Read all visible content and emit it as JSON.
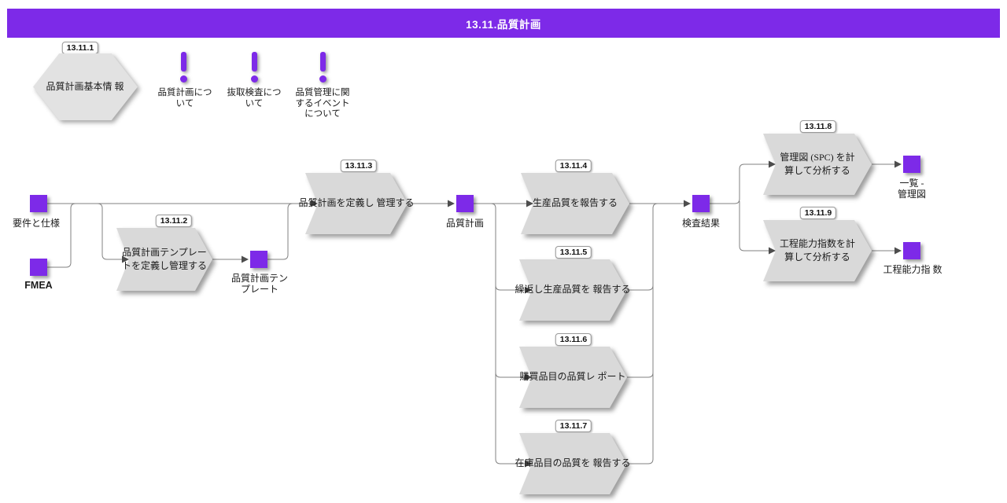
{
  "header": {
    "title": "13.11.品質計画"
  },
  "colors": {
    "accent": "#7d2ae8",
    "shape_fill": "#d9d9d9",
    "line": "#808080",
    "arrow": "#4d4d4d"
  },
  "info_hexagon": {
    "badge": "13.11.1",
    "label": "品質計画基本情 報"
  },
  "notes": [
    {
      "icon": "exclamation-icon",
      "lines": [
        "品質計画につ",
        "いて"
      ]
    },
    {
      "icon": "exclamation-icon",
      "lines": [
        "抜取検査につ",
        "いて"
      ]
    },
    {
      "icon": "exclamation-icon",
      "lines": [
        "品質管理に関",
        "するイベント",
        "について"
      ]
    }
  ],
  "data_nodes": {
    "requirements": {
      "label": "要件と仕様"
    },
    "fmea": {
      "label": "FMEA"
    },
    "plan_template": {
      "lines": [
        "品質計画テン",
        "プレート"
      ]
    },
    "plan": {
      "label": "品質計画"
    },
    "inspection_results": {
      "label": "検査結果"
    },
    "spc_chart": {
      "lines": [
        "一覧 -",
        "管理図"
      ]
    },
    "capability_index": {
      "label": "工程能力指 数"
    }
  },
  "processes": {
    "p2": {
      "badge": "13.11.2",
      "lines": [
        "品質計画テンプレー",
        "トを定義し管理する"
      ]
    },
    "p3": {
      "badge": "13.11.3",
      "lines": [
        "品質計画を定義し 管理する"
      ]
    },
    "p4": {
      "badge": "13.11.4",
      "lines": [
        "生産品質を報告する"
      ]
    },
    "p5": {
      "badge": "13.11.5",
      "lines": [
        "繰返し生産品質を 報告する"
      ]
    },
    "p6": {
      "badge": "13.11.6",
      "lines": [
        "購買品目の品質レ ポート"
      ]
    },
    "p7": {
      "badge": "13.11.7",
      "lines": [
        "在庫品目の品質を 報告する"
      ]
    },
    "p8": {
      "badge": "13.11.8",
      "lines": [
        "管理図 (SPC) を計",
        "算して分析する"
      ]
    },
    "p9": {
      "badge": "13.11.9",
      "lines": [
        "工程能力指数を計",
        "算して分析する"
      ]
    }
  }
}
